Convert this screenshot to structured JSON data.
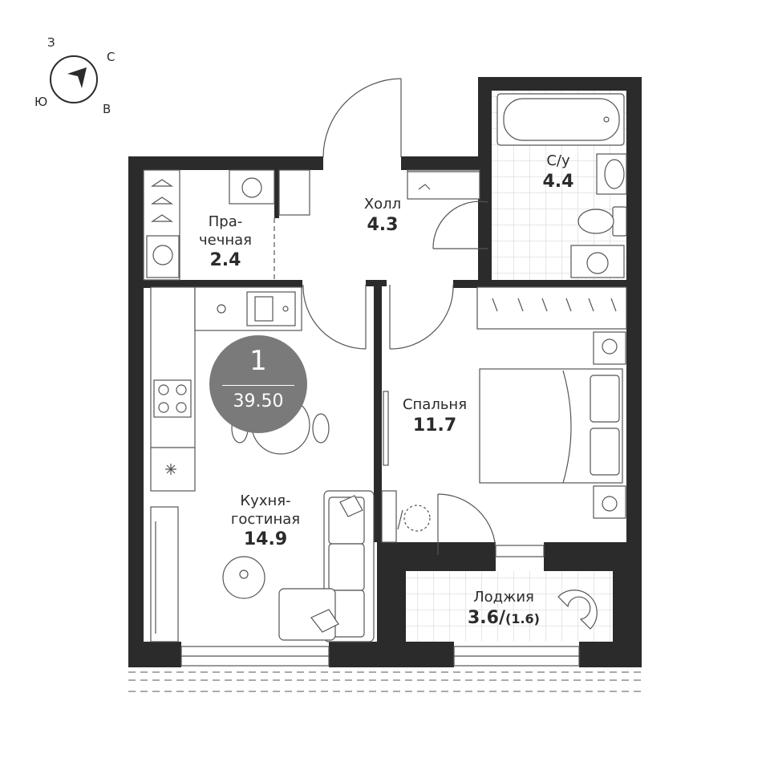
{
  "compass": {
    "n": "З",
    "e": "С",
    "s": "В",
    "w": "Ю"
  },
  "badge": {
    "rooms": "1",
    "total_area": "39.50"
  },
  "rooms": {
    "hall": {
      "name": "Холл",
      "area": "4.3"
    },
    "bathroom": {
      "name": "С/у",
      "area": "4.4"
    },
    "laundry": {
      "name": "Пра-\nчечная",
      "area": "2.4"
    },
    "bedroom": {
      "name": "Спальня",
      "area": "11.7"
    },
    "kitchen": {
      "name": "Кухня-\nгостиная",
      "area": "14.9"
    },
    "loggia": {
      "name": "Лоджия",
      "area": "3.6/",
      "area_note": "(1.6)"
    }
  },
  "colors": {
    "wall": "#2b2b2b",
    "badge": "#7a7a7a",
    "line": "#555555"
  }
}
